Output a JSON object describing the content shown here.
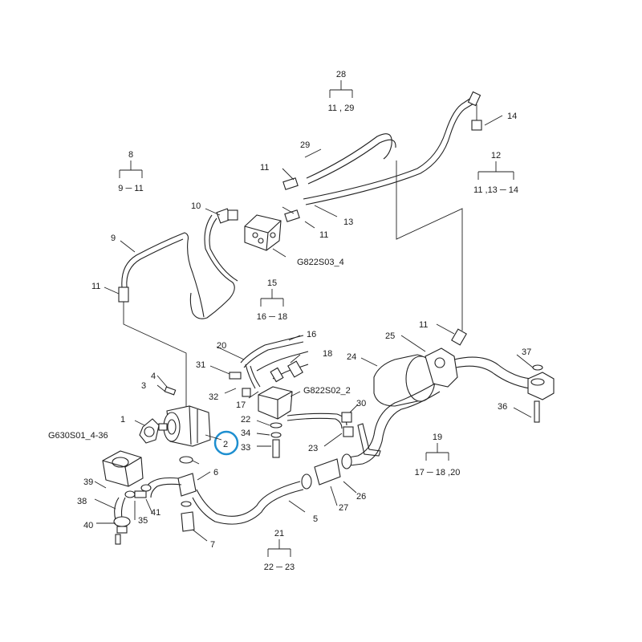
{
  "diagram": {
    "highlight": {
      "label": "2",
      "color": "#1e8fd0"
    },
    "labels": {
      "l1": "1",
      "l2": "2",
      "l3": "3",
      "l4": "4",
      "l5": "5",
      "l6": "6",
      "l7": "7",
      "l8": "8",
      "l9": "9",
      "l10": "10",
      "l11a": "11",
      "l11b": "11",
      "l11c": "11",
      "l11d": "11",
      "l12": "12",
      "l13": "13",
      "l14": "14",
      "l15": "15",
      "l16": "16",
      "l17": "17",
      "l18": "18",
      "l19": "19",
      "l20": "20",
      "l21": "21",
      "l22": "22",
      "l23": "23",
      "l24": "24",
      "l25": "25",
      "l26": "26",
      "l27": "27",
      "l28": "28",
      "l29": "29",
      "l30": "30",
      "l31": "31",
      "l32": "32",
      "l33": "33",
      "l34": "34",
      "l35": "35",
      "l36": "36",
      "l37": "37",
      "l38": "38",
      "l39": "39",
      "l40": "40",
      "l41": "41",
      "g822s03": "G822S03_4",
      "g822s02": "G822S02_2",
      "g630s01": "G630S01_4-36"
    },
    "groups": {
      "g8": {
        "top": "8",
        "range": "9 ─ 11"
      },
      "g28": {
        "top": "28",
        "range": "11 , 29"
      },
      "g12": {
        "top": "12",
        "range": "11 ,13 ─ 14"
      },
      "g15": {
        "top": "15",
        "range": "16 ─ 18"
      },
      "g19": {
        "top": "19",
        "range": "17 ─ 18 ,20"
      },
      "g21": {
        "top": "21",
        "range": "22 ─ 23"
      }
    }
  }
}
